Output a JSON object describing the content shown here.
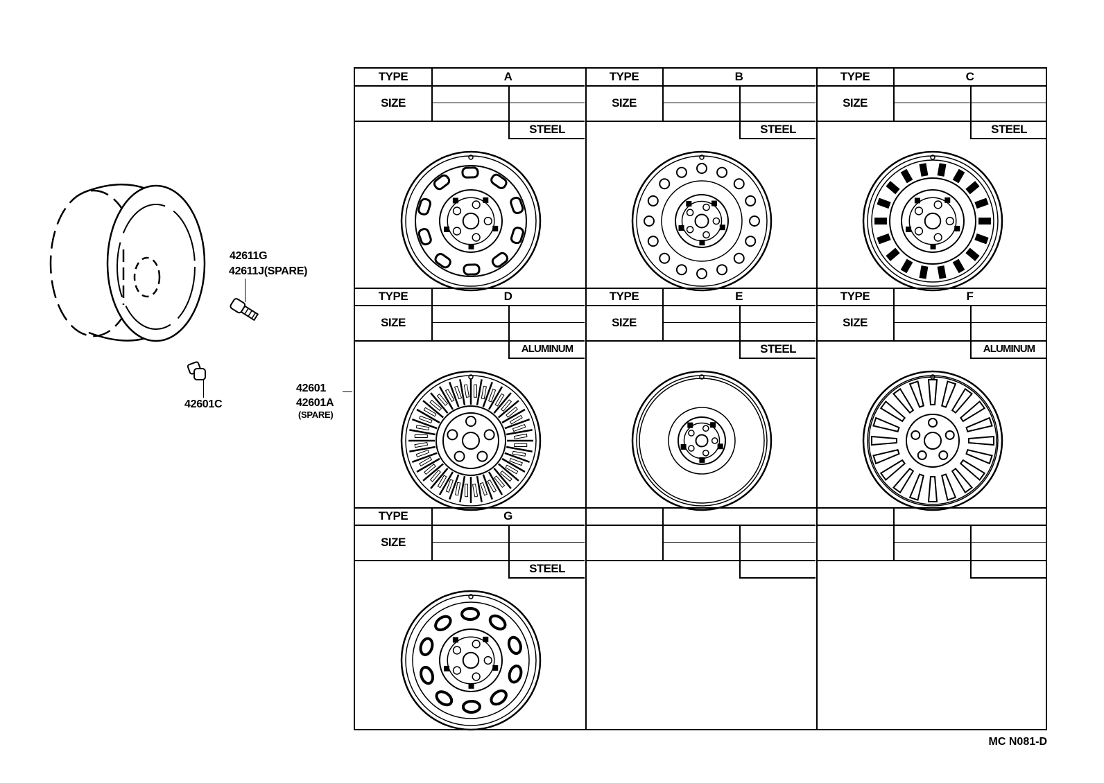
{
  "parts": {
    "valve": {
      "part1": "42611G",
      "part2": "42611J",
      "part2_note": "(SPARE)"
    },
    "cap": {
      "part": "42601C"
    },
    "wheel": {
      "part1": "42601",
      "part2": "42601A",
      "part2_note": "(SPARE)"
    }
  },
  "table": {
    "type_label": "TYPE",
    "size_label": "SIZE",
    "cells": [
      {
        "letter": "A",
        "material": "STEEL"
      },
      {
        "letter": "B",
        "material": "STEEL"
      },
      {
        "letter": "C",
        "material": "STEEL"
      },
      {
        "letter": "D",
        "material": "ALUMINUM"
      },
      {
        "letter": "E",
        "material": "STEEL"
      },
      {
        "letter": "F",
        "material": "ALUMINUM"
      },
      {
        "letter": "G",
        "material": "STEEL"
      }
    ]
  },
  "drawing_code": "MC N081-D"
}
